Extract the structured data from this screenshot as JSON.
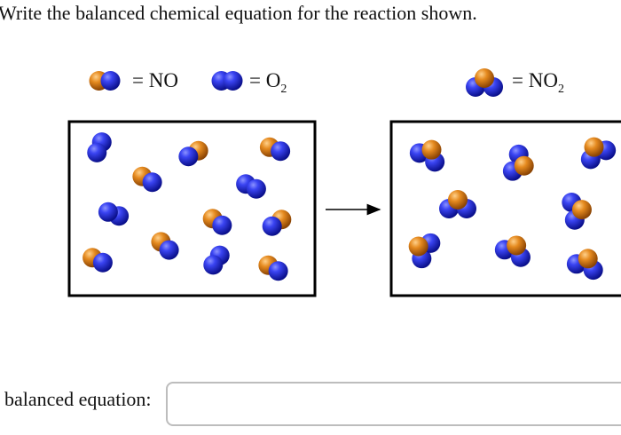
{
  "question": {
    "prompt": "Write the balanced chemical equation for the reaction shown."
  },
  "legend": [
    {
      "formula": "NO",
      "base": "NO",
      "subscript": "",
      "atoms": [
        "orange",
        "blue"
      ]
    },
    {
      "formula": "O2",
      "base": "O",
      "subscript": "2",
      "atoms": [
        "blue",
        "blue"
      ]
    },
    {
      "formula": "NO2",
      "base": "NO",
      "subscript": "2",
      "atoms": [
        "blue",
        "orange",
        "blue"
      ]
    }
  ],
  "equals_sign": "=",
  "reactants_box": {
    "contents": [
      {
        "molecule": "O2",
        "count": 4
      },
      {
        "molecule": "NO",
        "count": 8
      }
    ]
  },
  "products_box": {
    "contents": [
      {
        "molecule": "NO2",
        "count": 8
      }
    ]
  },
  "answer": {
    "label": "balanced equation:",
    "value": "",
    "placeholder": ""
  },
  "colors": {
    "nitrogen": "#e07a10",
    "oxygen": "#1f27e6",
    "box_border": "#000000",
    "input_border": "#bdbdbd"
  }
}
